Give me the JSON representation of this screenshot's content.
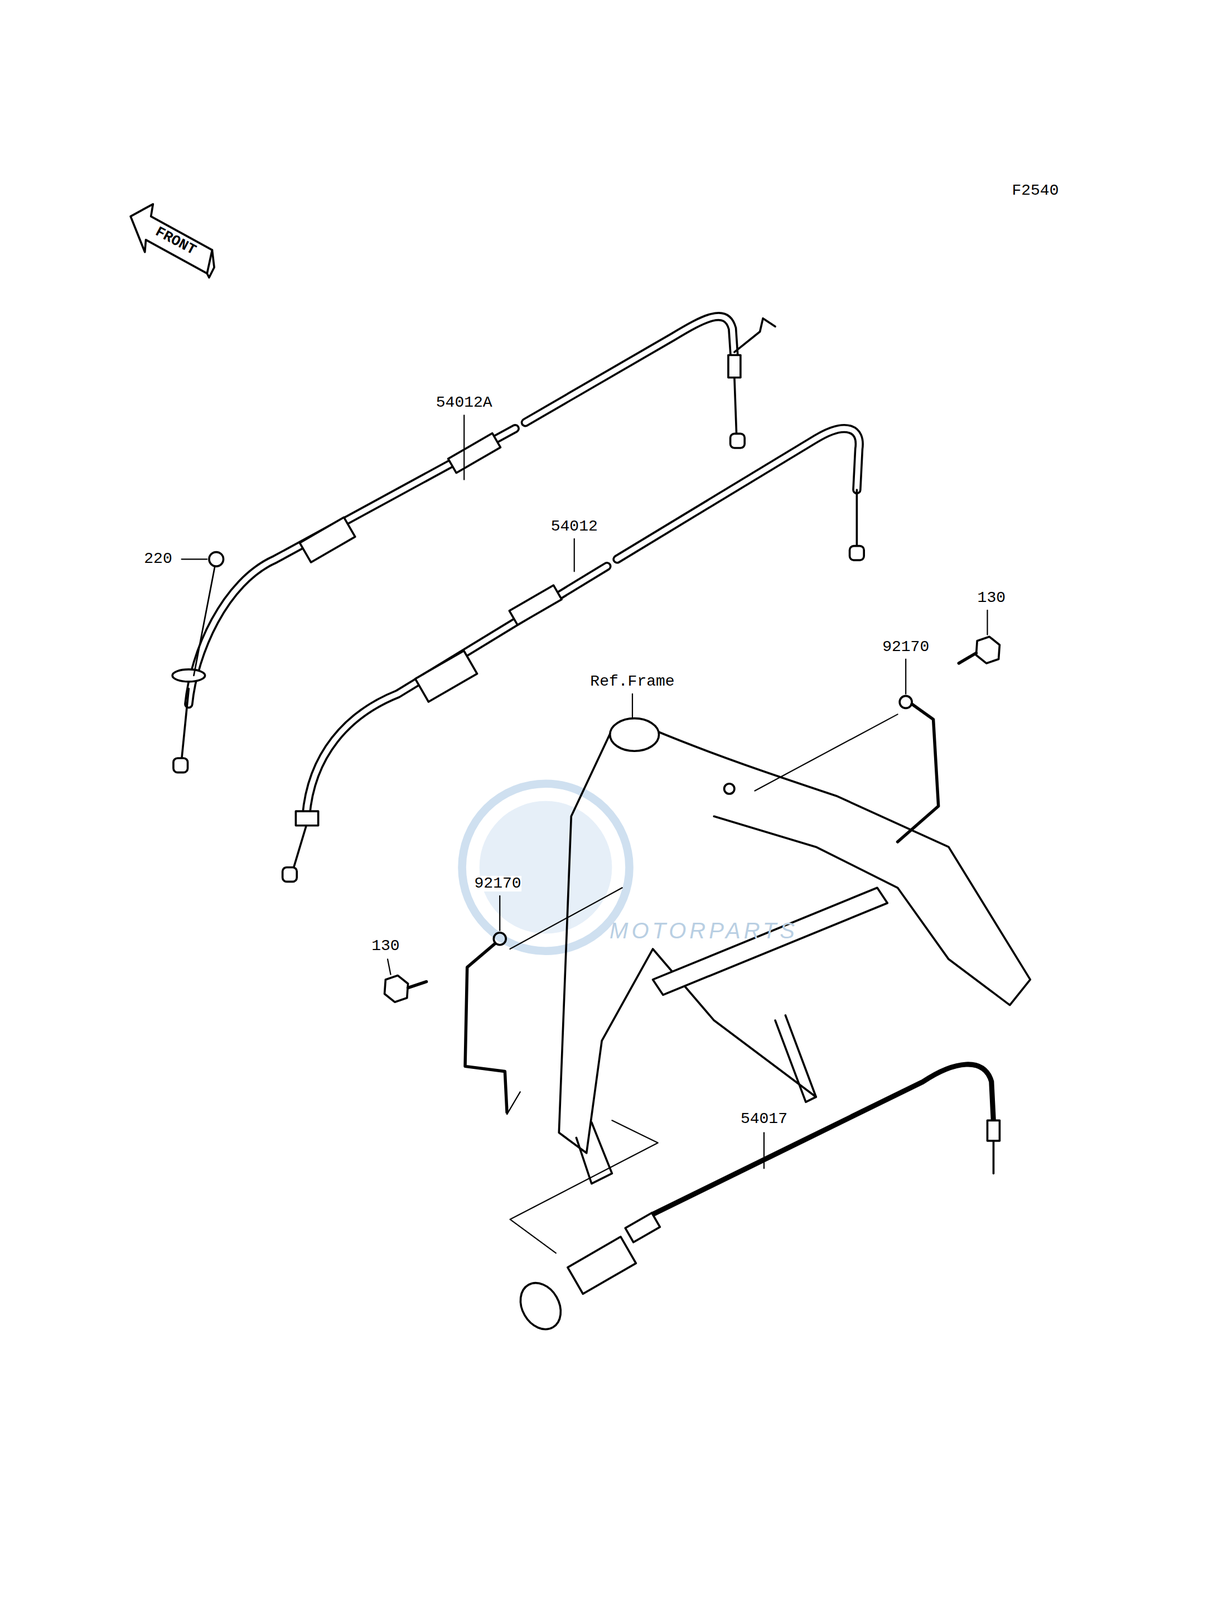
{
  "diagram": {
    "labels": [
      "F2540",
      "FRONT",
      "54012A",
      "220",
      "54012",
      "130",
      "92170",
      "Ref.Frame",
      "92170",
      "130",
      "54017",
      "MOTORPARTS"
    ]
  }
}
